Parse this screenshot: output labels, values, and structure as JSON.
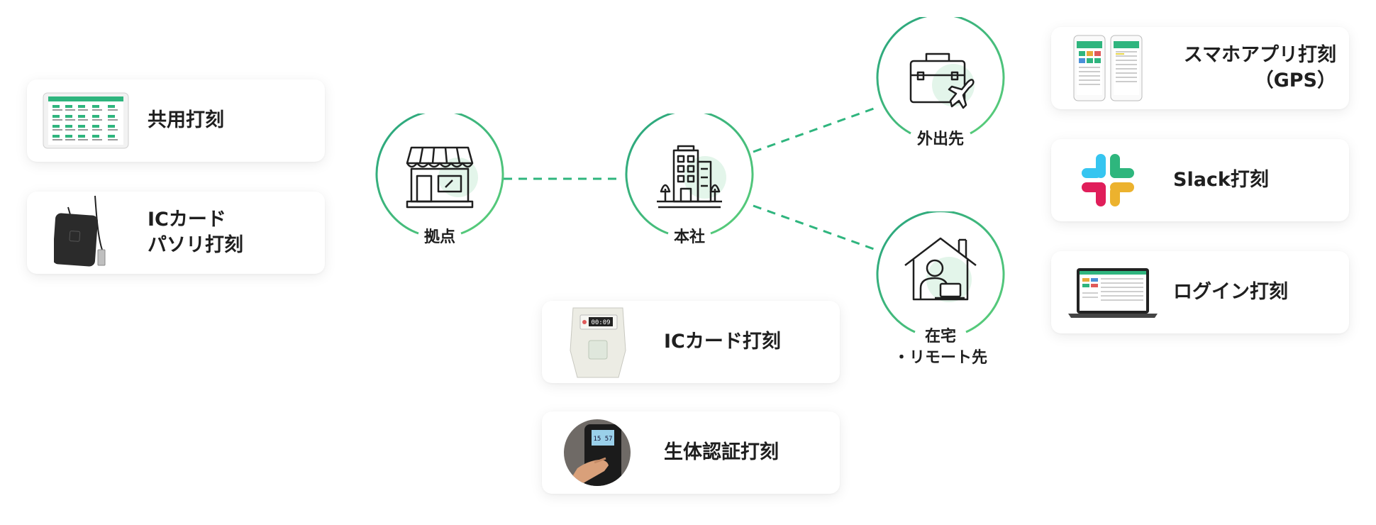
{
  "colors": {
    "accent": "#2fb57e",
    "accent_light": "#e3f5ea",
    "icon": "#1f1f1f"
  },
  "left_cards": [
    {
      "label": "共用打刻",
      "icon": "tablet-screen-icon"
    },
    {
      "label": "ICカード\nパソリ打刻",
      "icon": "card-reader-icon"
    }
  ],
  "center_cards": [
    {
      "label": "ICカード打刻",
      "icon": "ic-card-terminal-icon"
    },
    {
      "label": "生体認証打刻",
      "icon": "fingerprint-device-icon"
    }
  ],
  "right_cards": [
    {
      "label": "スマホアプリ打刻\n（GPS）",
      "icon": "smartphone-app-icon"
    },
    {
      "label": "Slack打刻",
      "icon": "slack-logo-icon"
    },
    {
      "label": "ログイン打刻",
      "icon": "laptop-icon"
    }
  ],
  "nodes": {
    "branch": {
      "label": "拠点",
      "icon": "store-icon"
    },
    "hq": {
      "label": "本社",
      "icon": "office-building-icon"
    },
    "outside": {
      "label": "外出先",
      "icon": "briefcase-airplane-icon"
    },
    "remote": {
      "label": "在宅\n・リモート先",
      "icon": "home-worker-icon"
    }
  }
}
